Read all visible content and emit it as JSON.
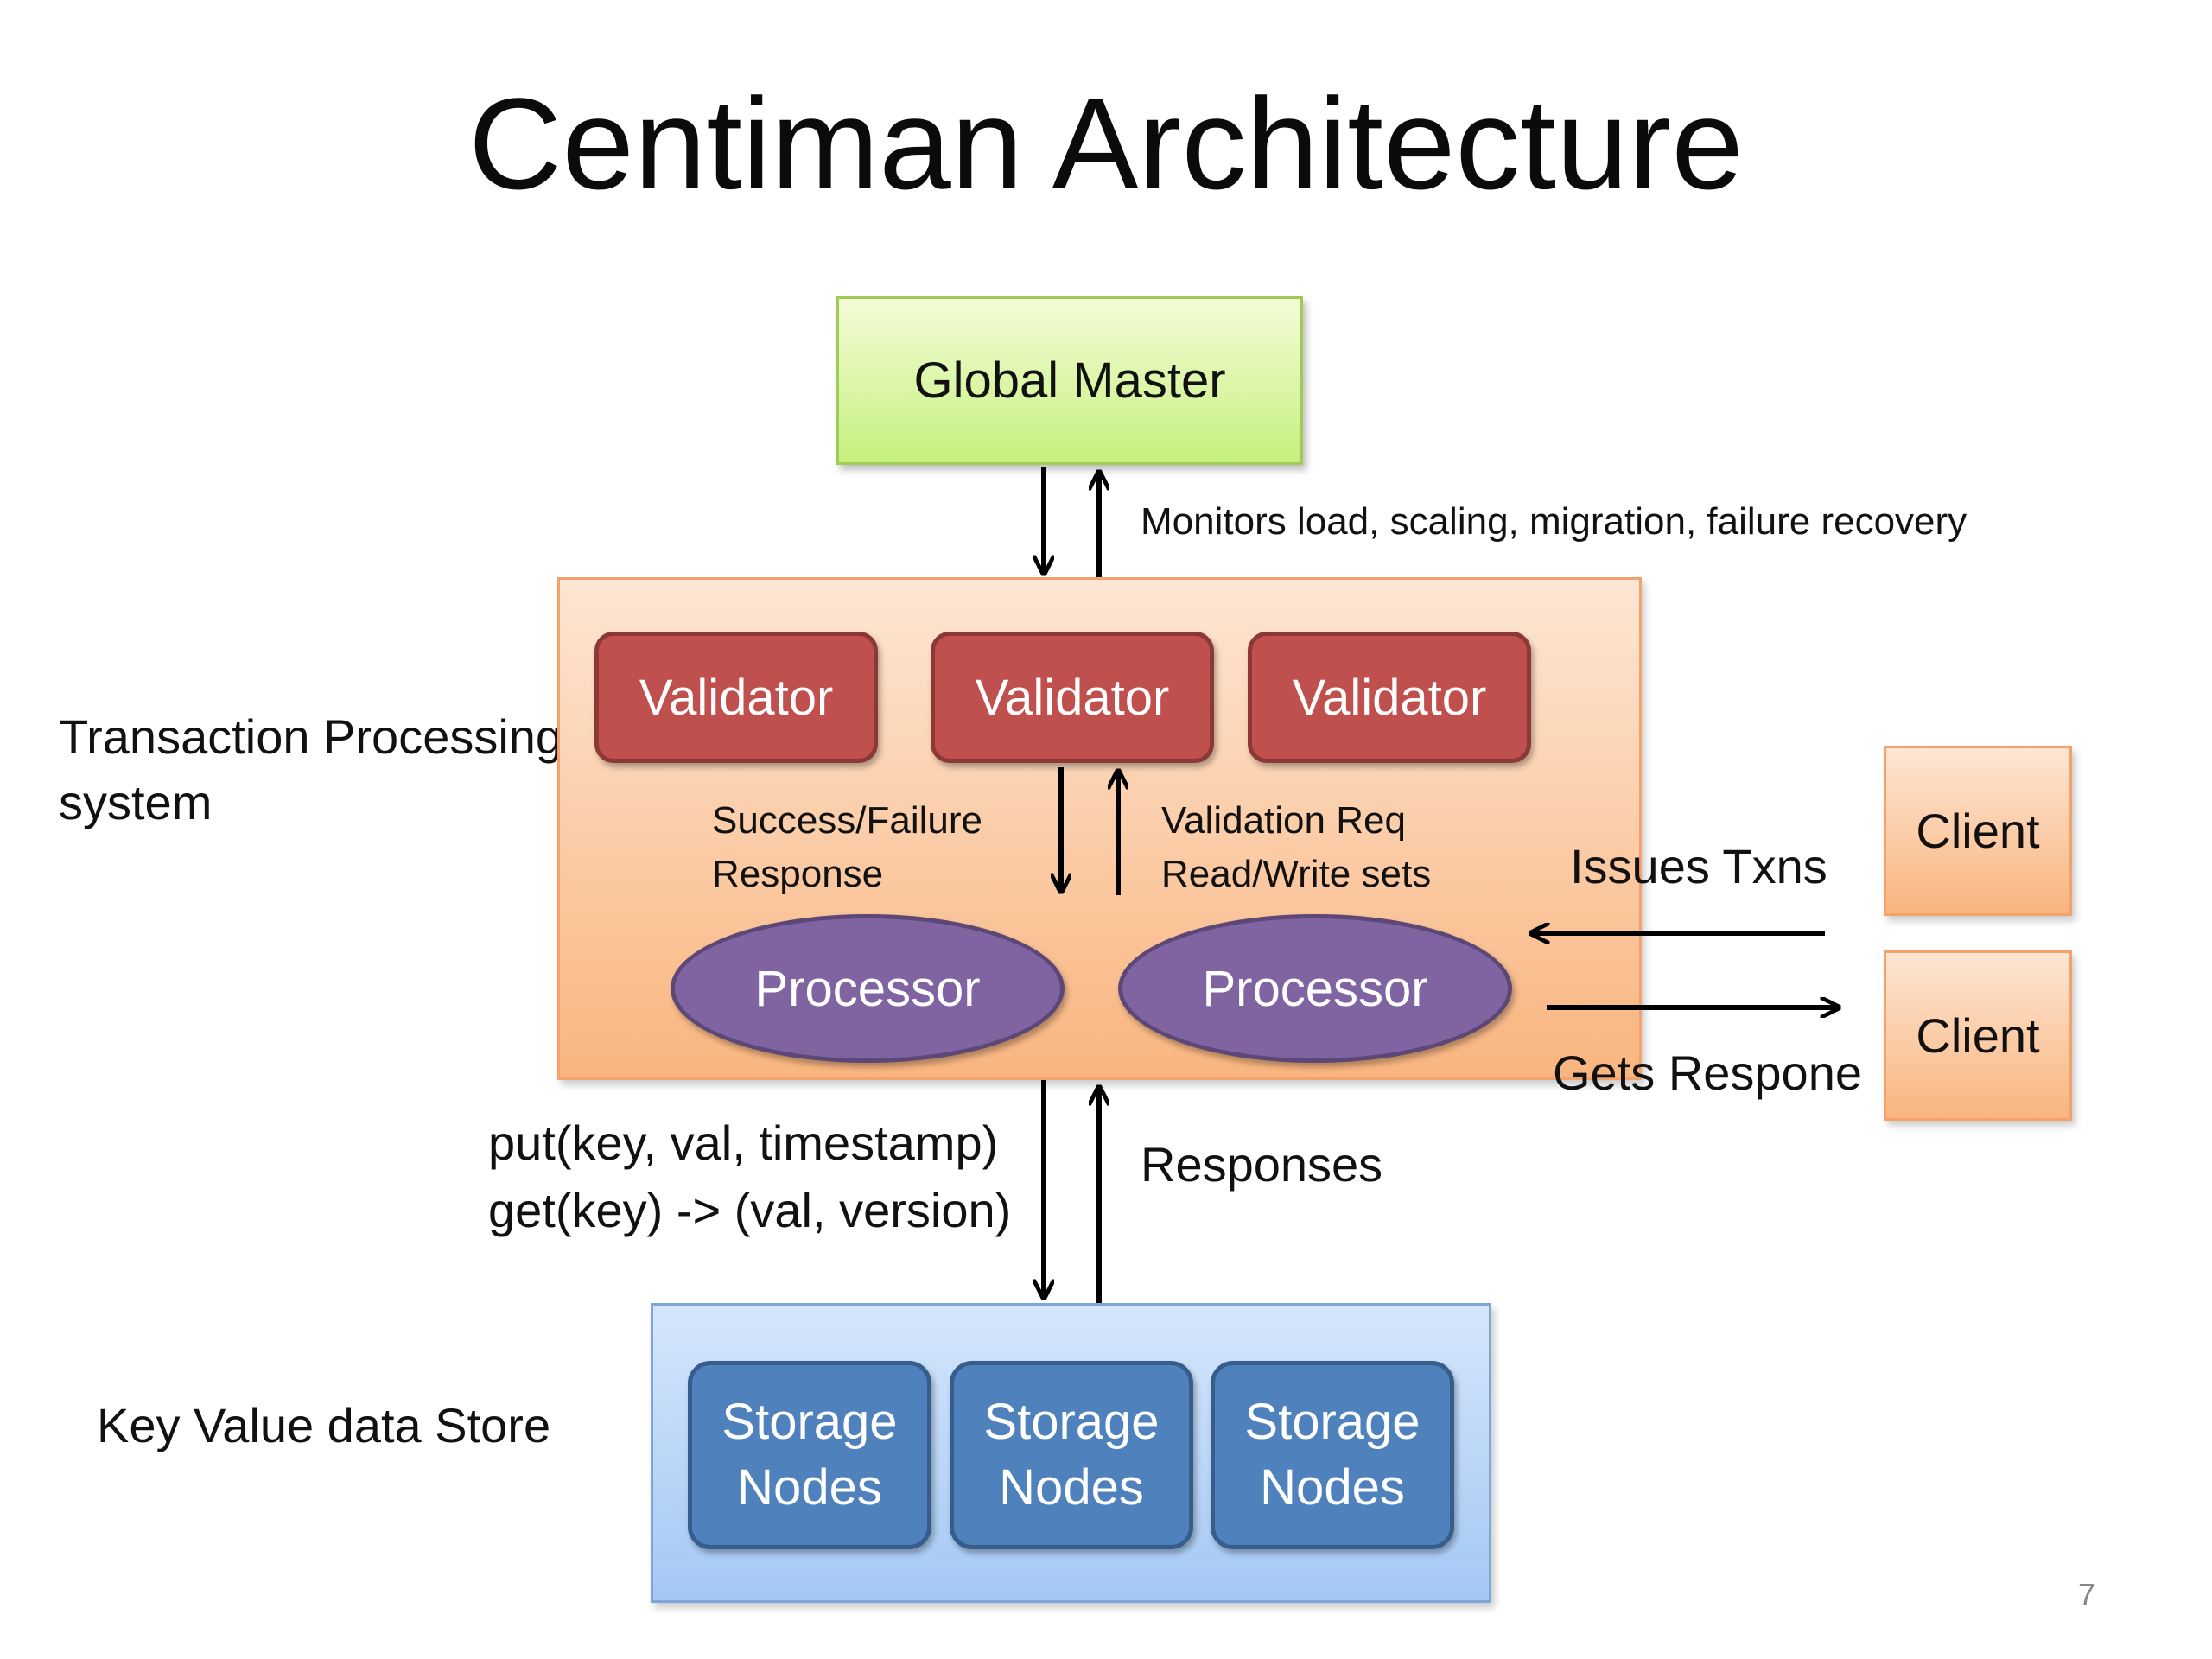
{
  "title": "Centiman Architecture",
  "global_master": {
    "label": "Global Master"
  },
  "monitor_label": "Monitors load, scaling, migration, failure recovery",
  "tps": {
    "label_line1": "Transaction Processing",
    "label_line2": "system",
    "validators": [
      "Validator",
      "Validator",
      "Validator"
    ],
    "processors": [
      "Processor",
      "Processor"
    ],
    "success_label_line1": "Success/Failure",
    "success_label_line2": "Response",
    "validation_label_line1": "Validation Req",
    "validation_label_line2": "Read/Write sets"
  },
  "clients": [
    "Client",
    "Client"
  ],
  "issues_label": "Issues Txns",
  "gets_label": "Gets Respone",
  "put_label": "put(key, val, timestamp)",
  "get_label": "get(key) -> (val, version)",
  "responses_label": "Responses",
  "kv": {
    "label": "Key Value data Store",
    "storage_nodes": [
      {
        "line1": "Storage",
        "line2": "Nodes"
      },
      {
        "line1": "Storage",
        "line2": "Nodes"
      },
      {
        "line1": "Storage",
        "line2": "Nodes"
      }
    ]
  },
  "page_number": "7"
}
